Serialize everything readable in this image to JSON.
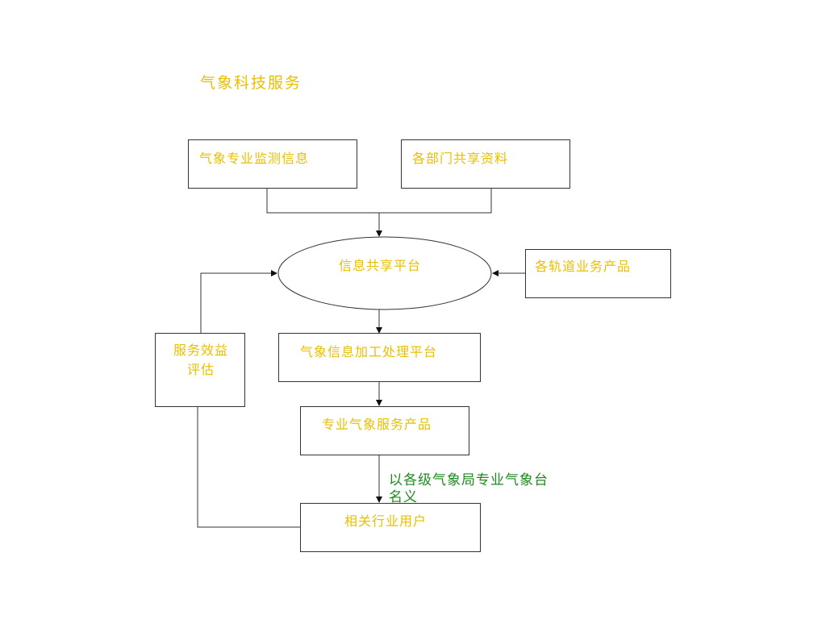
{
  "title": "气象科技服务",
  "nodes": {
    "monitoring": "气象专业监测信息",
    "shared_materials": "各部门共享资料",
    "platform": "信息共享平台",
    "products_in": "各轨道业务产品",
    "evaluation": "服务效益评估",
    "processing": "气象信息加工处理平台",
    "service_products": "专业气象服务产品",
    "users": "相关行业用户"
  },
  "edge_note": "以各级气象局专业气象台名义",
  "colors": {
    "node_text": "#e8c000",
    "note_text": "#1f8a1f",
    "lines": "#333333"
  }
}
